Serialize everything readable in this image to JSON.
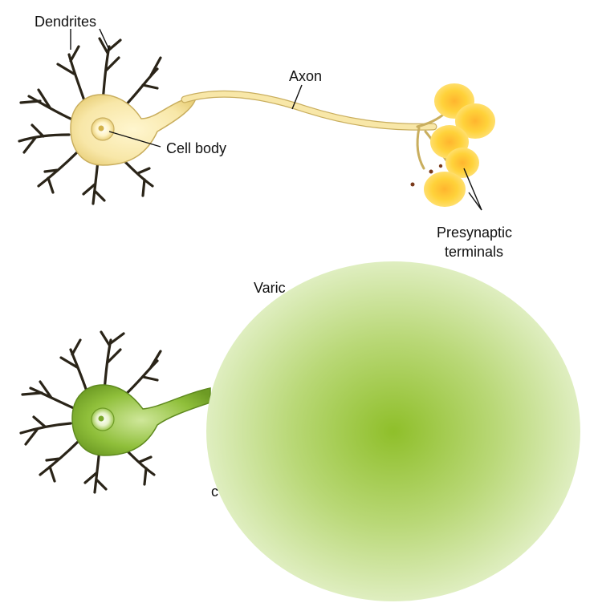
{
  "diagram": {
    "labels": {
      "dendrites": "Dendrites",
      "axon": "Axon",
      "cell_body": "Cell body",
      "presynaptic_line1": "Presynaptic",
      "presynaptic_line2": "terminals",
      "varicosities_partial": "Varic",
      "partial_lower": "c"
    },
    "colors": {
      "neuron_top_fill": "#f8e7a8",
      "neuron_top_stroke": "#c9ae5e",
      "neuron_bottom_fill": "#8fbf3a",
      "neuron_bottom_stroke": "#5f8a1f",
      "dendrite_stroke": "#2a2418",
      "terminal_fill": "#ffd23a",
      "terminal_glow": "#ffb52e",
      "occluder_center": "#8fbf2a",
      "occluder_edge": "#dfeec0",
      "label_text": "#111111",
      "background": "#ffffff"
    }
  }
}
